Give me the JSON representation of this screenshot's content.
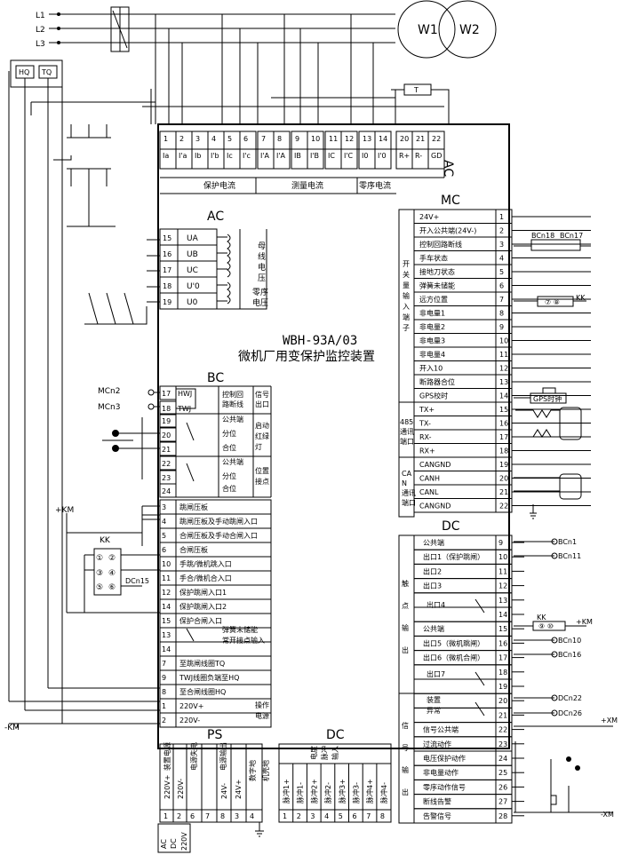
{
  "lines": [
    "L1",
    "L2",
    "L3"
  ],
  "motors": [
    "W1",
    "W2"
  ],
  "hq_tq": [
    "HQ",
    "TQ"
  ],
  "t_label": "T",
  "top_nums": [
    "1",
    "2",
    "3",
    "4",
    "5",
    "6",
    "7",
    "8",
    "9",
    "10",
    "11",
    "12",
    "13",
    "14",
    "20",
    "21",
    "22"
  ],
  "top_labels": [
    "Ia",
    "I'a",
    "Ib",
    "I'b",
    "Ic",
    "I'c",
    "I'A",
    "I'A",
    "IB",
    "I'B",
    "IC",
    "I'C",
    "I0",
    "I'0",
    "R+",
    "R-",
    "GD"
  ],
  "top_groups": {
    "protect": "保护电流",
    "measure": "测量电流",
    "zero": "零序电流"
  },
  "ac_tag": "AC",
  "ac": {
    "title": "AC",
    "nums": [
      "15",
      "16",
      "17",
      "18",
      "19"
    ],
    "labels": [
      "UA",
      "UB",
      "UC",
      "U'0",
      "U0"
    ],
    "bus_voltage": [
      "母",
      "线",
      "电",
      "压"
    ],
    "zero_voltage": [
      "零序",
      "电压"
    ]
  },
  "title1": "WBH-93A/03",
  "title2": "微机厂用变保护监控装置",
  "bc": {
    "title": "BC",
    "left_labels": [
      "MCn2",
      "MCn3",
      "+KM"
    ],
    "nums_top": [
      "17",
      "18",
      "19",
      "20",
      "21",
      "22",
      "23",
      "24"
    ],
    "hwj": "HWJ",
    "twj": "TWJ",
    "ctrl_break": [
      "控制回",
      "路断线"
    ],
    "signal_out": [
      "信号",
      "出口"
    ],
    "sub": [
      "公共端",
      "分位",
      "合位",
      "公共端",
      "分位",
      "合位"
    ],
    "start_lamp": [
      "启动",
      "红绿",
      "灯"
    ],
    "pos_contact": [
      "位置",
      "接点"
    ],
    "rows": [
      {
        "n": "3",
        "t": "跳闸压板"
      },
      {
        "n": "4",
        "t": "跳闸压板及手动跳闸入口"
      },
      {
        "n": "5",
        "t": "合闸压板及手动合闸入口"
      },
      {
        "n": "6",
        "t": "合闸压板"
      },
      {
        "n": "10",
        "t": "手跳/微机跳入口"
      },
      {
        "n": "11",
        "t": "手合/微机合入口"
      },
      {
        "n": "12",
        "t": "保护跳闸入口1"
      },
      {
        "n": "14",
        "t": "保护跳闸入口2"
      },
      {
        "n": "15",
        "t": "保护合闸入口"
      },
      {
        "n": "13",
        "t": ""
      },
      {
        "n": "14",
        "t": ""
      },
      {
        "n": "7",
        "t": "至跳闸线圈TQ"
      },
      {
        "n": "9",
        "t": "TWJ线圈负端至HQ"
      },
      {
        "n": "8",
        "t": "至合闸线圈HQ"
      },
      {
        "n": "1",
        "t": "220V+"
      },
      {
        "n": "2",
        "t": "220V-"
      }
    ],
    "spring": [
      "弹簧未储能",
      "常开接点输入"
    ],
    "op_power": [
      "操作",
      "电源"
    ],
    "kk": "KK",
    "kk_pins": [
      "①",
      "②",
      "③",
      "④",
      "⑤",
      "⑥"
    ],
    "dcn15": "DCn15",
    "minus_km": "-KM"
  },
  "mc": {
    "title": "MC",
    "rows": [
      "24V+",
      "开入公共端(24V-)",
      "控制回路断线",
      "手车状态",
      "接地刀状态",
      "弹簧未储能",
      "远方位置",
      "非电量1",
      "非电量2",
      "非电量3",
      "非电量4",
      "开入10",
      "断路器合位",
      "GPS校时",
      "TX+",
      "TX-",
      "RX-",
      "RX+",
      "CANGND",
      "CANH",
      "CANL",
      "CANGND"
    ],
    "side1": [
      "开",
      "关",
      "量",
      "输",
      "入",
      "端",
      "子"
    ],
    "side485": [
      "485",
      "通讯",
      "端口"
    ],
    "sidecan": [
      "CA",
      "N",
      "通讯",
      "端口"
    ],
    "bcn": [
      "BCn18",
      "BCn17"
    ],
    "kk": "KK",
    "kk_pins": "⑦  ⑧",
    "gps": "GPS时钟"
  },
  "dc": {
    "title": "DC",
    "nums": [
      "9",
      "10",
      "11",
      "12",
      "13",
      "14",
      "15",
      "16",
      "17",
      "18",
      "19",
      "20",
      "21",
      "22",
      "23",
      "24",
      "25",
      "26",
      "27",
      "28"
    ],
    "labels": [
      "公共端",
      "出口1（保护跳闸）",
      "出口2",
      "出口3",
      "",
      "",
      "公共端",
      "出口5（微机跳闸）",
      "出口6（微机合闸）",
      "",
      "",
      "",
      "",
      "信号公共端",
      "过流动作",
      "电压保护动作",
      "非电量动作",
      "零序动作信号",
      "断线告警",
      "告警信号"
    ],
    "out4": "出口4",
    "out7": "出口7",
    "alarm": [
      "装置",
      "异常"
    ],
    "side_out": [
      "触",
      "点",
      "输",
      "出"
    ],
    "side_sig": [
      "信",
      "号",
      "输",
      "出"
    ],
    "right": [
      "BCn1",
      "BCn11",
      "BCn10",
      "BCn16",
      "DCn22",
      "DCn26"
    ],
    "kk": "KK",
    "kk_pins": "⑨ ⑩",
    "plus_km": "+KM",
    "plus_xm": "+XM",
    "minus_xm": "-XM"
  },
  "ps": {
    "title": "PS",
    "cols": [
      {
        "n": "1",
        "t": "220V+"
      },
      {
        "n": "2",
        "t": "220V-"
      },
      {
        "n": "6",
        "t": ""
      },
      {
        "n": "7",
        "t": ""
      },
      {
        "n": "8",
        "t": "24V-"
      },
      {
        "n": "3",
        "t": "24V+"
      },
      {
        "n": "4",
        "t": ""
      }
    ],
    "groups": [
      "装置电源",
      "电源失电",
      "电源输出",
      "数字地",
      "机壳地"
    ],
    "acdc": [
      "AC",
      "DC",
      "220V"
    ]
  },
  "dcin": {
    "title": "DC",
    "cols": [
      {
        "n": "1",
        "t": "脉冲1+"
      },
      {
        "n": "2",
        "t": "脉冲1-"
      },
      {
        "n": "3",
        "t": "脉冲2+"
      },
      {
        "n": "4",
        "t": "脉冲2-"
      },
      {
        "n": "5",
        "t": "脉冲3+"
      },
      {
        "n": "6",
        "t": "脉冲3-"
      },
      {
        "n": "7",
        "t": "脉冲4+"
      },
      {
        "n": "8",
        "t": "脉冲4-"
      }
    ],
    "group": [
      "电度",
      "脉冲",
      "输入"
    ]
  }
}
